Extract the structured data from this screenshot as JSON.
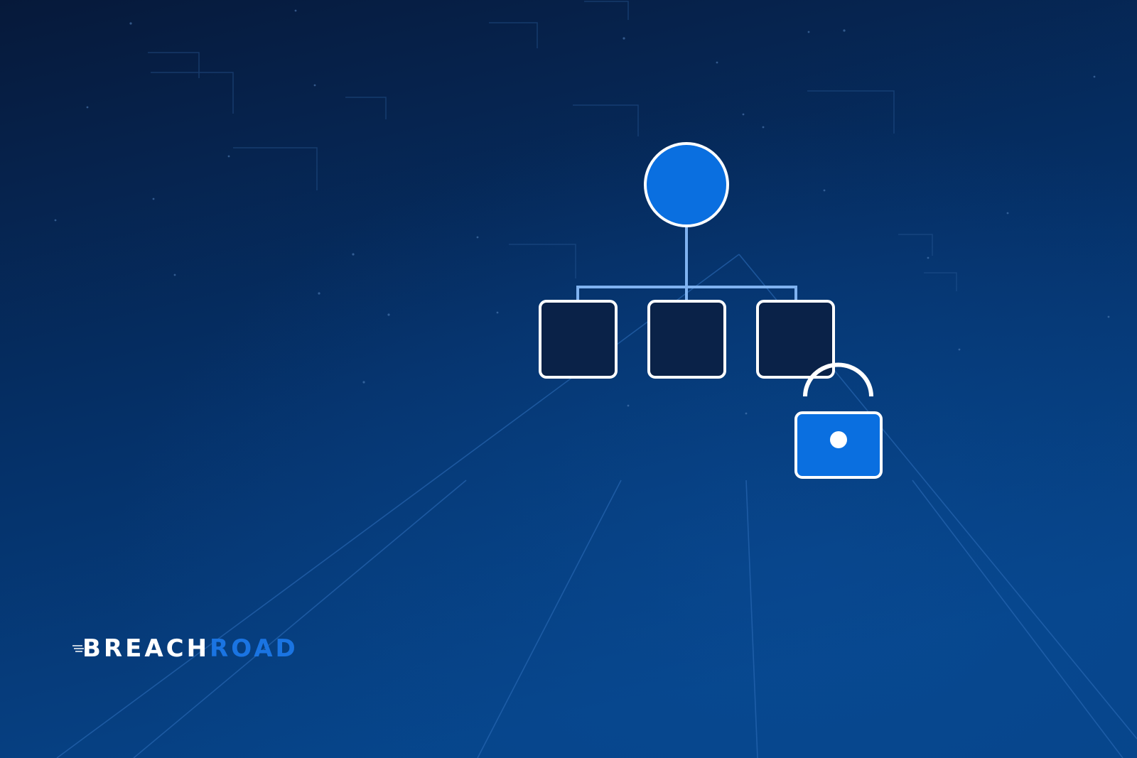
{
  "brand": {
    "logo_part_1": "BREACH",
    "logo_part_2": "ROAD"
  },
  "colors": {
    "background_top": "#06193a",
    "background_bottom": "#064489",
    "node_fill_blue": "#0a6fe0",
    "node_fill_dark": "#0a2248",
    "connector_light_blue": "#7fb2f0",
    "outline_white": "#ffffff",
    "logo_accent": "#1a74e2"
  },
  "illustration": {
    "root_node_icon": "circle-node",
    "child_node_icons": [
      "square-node",
      "square-node",
      "square-node"
    ],
    "lock_icon": "unlocked-padlock-icon"
  }
}
